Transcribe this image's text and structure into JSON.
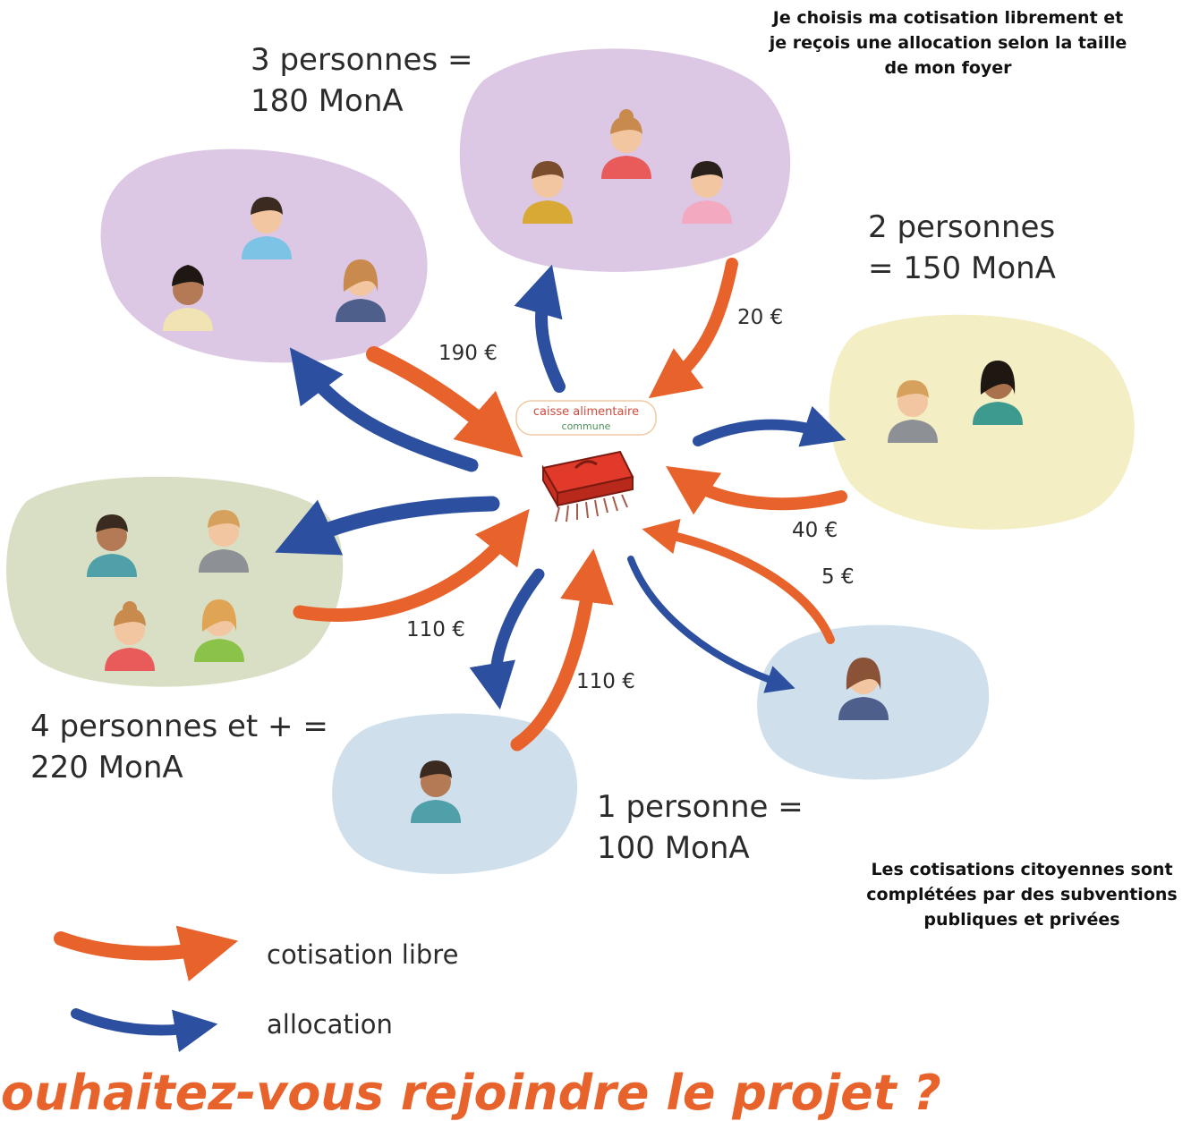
{
  "notes": {
    "top_right": "Je choisis ma cotisation librement et je reçois une allocation selon la taille de mon foyer",
    "bottom_right": "Les cotisations citoyennes sont complétées par des subventions publiques et privées"
  },
  "center": {
    "line1": "caisse alimentaire",
    "line2": "commune"
  },
  "groups": {
    "three_people": {
      "line1": "3 personnes =",
      "line2": "180 MonA"
    },
    "two_people": {
      "line1": "2 personnes",
      "line2": "= 150 MonA"
    },
    "four_plus": {
      "line1": "4 personnes et + =",
      "line2": "220 MonA"
    },
    "one_person": {
      "line1": "1 personne =",
      "line2": "100 MonA"
    }
  },
  "amounts": {
    "a190": "190 €",
    "a20": "20 €",
    "a40": "40 €",
    "a5": "5 €",
    "a110_left": "110 €",
    "a110_bottom": "110 €"
  },
  "legend": {
    "contribution": "cotisation libre",
    "allocation": "allocation"
  },
  "colors": {
    "contribution": "#e8632c",
    "allocation": "#2d4fa0",
    "purple": "#dcc8e4",
    "yellow": "#f3eec4",
    "green": "#d9dfc4",
    "blue": "#cfe0ec"
  },
  "footer": {
    "cta": "Souhaitez-vous rejoindre le projet ?"
  }
}
